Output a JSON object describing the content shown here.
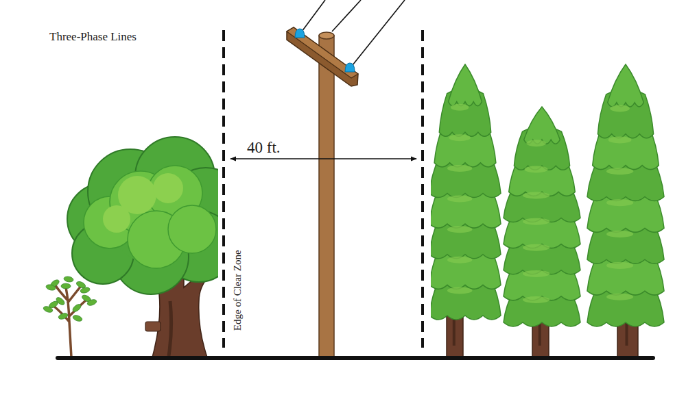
{
  "diagram": {
    "title": "Three-Phase Lines",
    "labels": [
      "40 ft.",
      "Edge of Clear Zone"
    ]
  }
}
